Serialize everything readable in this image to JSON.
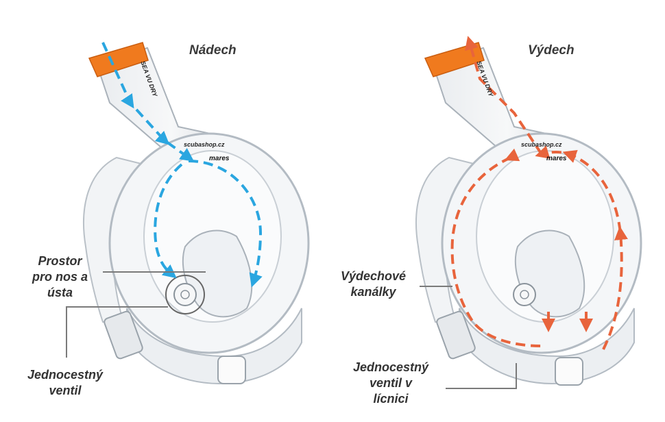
{
  "left_panel": {
    "title": "Nádech",
    "watermark": "scubashop.cz",
    "brand": "mares",
    "snorkel_text": "SEA VU DRY",
    "label_nose": "Prostor\npro nos a\nústa",
    "label_valve": "Jednocestný\nventil",
    "flow_color": "#2aa6e0"
  },
  "right_panel": {
    "title": "Výdech",
    "watermark": "scubashop.cz",
    "brand": "mares",
    "snorkel_text": "SEA VU DRY",
    "label_channels": "Výdechové\nkanálky",
    "label_valve": "Jednocestný\nventil v\nlícnici",
    "flow_color": "#e8643c"
  },
  "colors": {
    "orange_cap": "#f07a1e",
    "mask_frame": "#d8dde2",
    "mask_edge": "#9aa3ab",
    "pointer_line": "#7a7a7a"
  }
}
